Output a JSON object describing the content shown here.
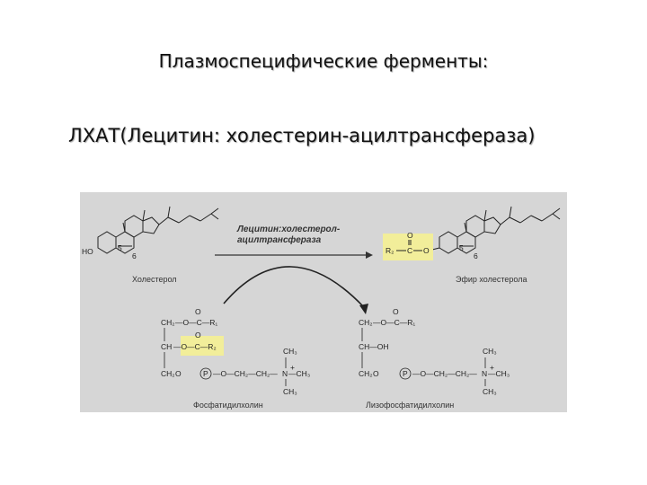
{
  "title": "Плазмоспецифические ферменты:",
  "subtitle": "ЛХАТ(Лецитин: холестерин-ацилтрансфераза)",
  "figure": {
    "background_color": "#d6d6d6",
    "highlight_color": "#f2ee9a",
    "enzyme_line1": "Лецитин:холестерол-",
    "enzyme_line2": "ацилтрансфераза",
    "left_product": "Холестерол",
    "right_product": "Эфир холестерола",
    "phosphatidylcholine": "Фосфатидилхолин",
    "lysophosphatidylcholine": "Лизофосфатидилхолин",
    "ho": "HO",
    "ring_5": "5",
    "ring_6": "6",
    "ester_r2": "R₂",
    "ester_c": "C",
    "ester_o": "O",
    "ch2": "CH₂",
    "ch": "CH",
    "o": "O",
    "c": "C",
    "r1": "R₁",
    "r2": "R₂",
    "p": "P",
    "ch3": "CH₃",
    "n_plus": "N",
    "plus": "+",
    "oh": "OH",
    "dash_left": "—O—C—R₁",
    "dash_mid": "—O—C—R₂",
    "chain": "—O—CH₂—CH₂—",
    "ch3_right": "—CH₃",
    "ch_oh": "CH—OH"
  }
}
